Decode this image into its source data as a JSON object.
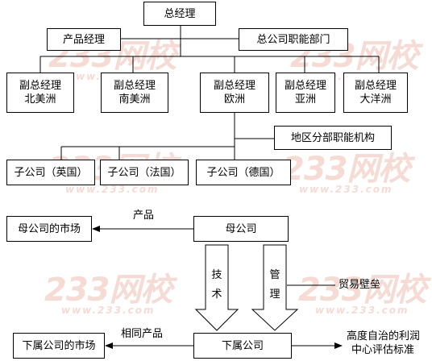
{
  "org": {
    "gm": "总经理",
    "product_manager": "产品经理",
    "hq_functions": "总公司职能部门",
    "vp_na_1": "副总经理",
    "vp_na_2": "北美洲",
    "vp_sa_1": "副总经理",
    "vp_sa_2": "南美洲",
    "vp_eu_1": "副总经理",
    "vp_eu_2": "欧洲",
    "vp_asia_1": "副总经理",
    "vp_asia_2": "亚洲",
    "vp_oc_1": "副总经理",
    "vp_oc_2": "大洋洲",
    "region_functions": "地区分部职能机构",
    "sub_uk": "子公司（英国）",
    "sub_fr": "子公司（法国）",
    "sub_de": "子公司（德国）"
  },
  "flow": {
    "parent_market": "母公司的市场",
    "product_label": "产品",
    "parent": "母公司",
    "tech_1": "技",
    "tech_2": "术",
    "mgmt_1": "管",
    "mgmt_2": "理",
    "trade_barrier": "贸易壁垒",
    "same_product": "相同产品",
    "sub_market": "下属公司的市场",
    "subsidiary": "下属公司",
    "profit_center_1": "高度自治的利润",
    "profit_center_2": "中心评估标准"
  },
  "watermark": {
    "brand": "233网校",
    "url": "www.233.com"
  }
}
